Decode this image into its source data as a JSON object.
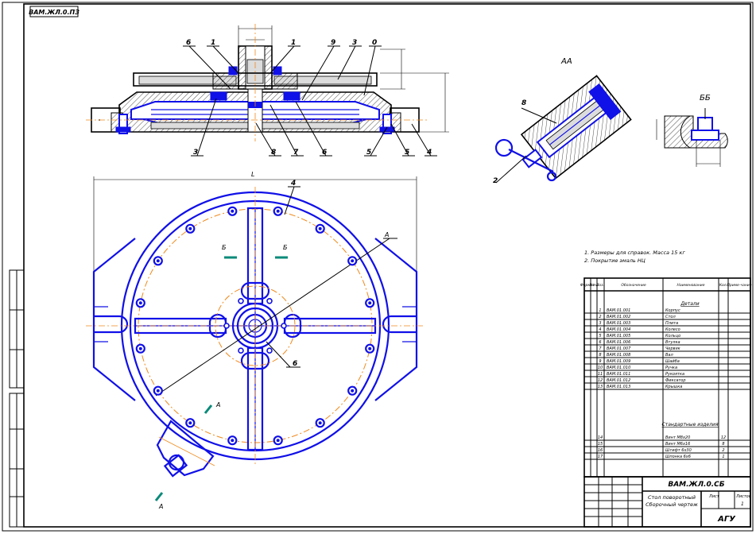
{
  "stamp": {
    "top_left_code": "ВАМ.ЖЛ.0.ПЗ"
  },
  "views": {
    "section_aa_title": "АА",
    "section_bb_title": "ББ",
    "cut_b_left": "Б",
    "cut_b_right": "Б",
    "cut_a_top": "А",
    "cut_a_bottom": "А",
    "leader_a": "А"
  },
  "section_callouts": {
    "top": [
      "6",
      "1",
      "1",
      "9",
      "3",
      "0"
    ],
    "bottom": [
      "3",
      "8",
      "7",
      "6",
      "5",
      "5",
      "4"
    ]
  },
  "plan_callouts": {
    "top": "4",
    "center": "6"
  },
  "aa_callouts": {
    "one": "8",
    "two": "2"
  },
  "notes": {
    "line1": "1. Размеры для справок. Масса 15 кг",
    "line2": "2. Покрытие эмаль НЦ"
  },
  "spec": {
    "headers": [
      "Формат",
      "Зона",
      "Поз.",
      "Обозначение",
      "Наименование",
      "Кол.",
      "Приме-чание"
    ],
    "section_details": "Детали",
    "section_standard": "Стандартные изделия",
    "rows": [
      {
        "pos": "1",
        "designation": "ВАМ.01.001",
        "name": "Корпус"
      },
      {
        "pos": "2",
        "designation": "ВАМ.01.002",
        "name": "Стол"
      },
      {
        "pos": "3",
        "designation": "ВАМ.01.003",
        "name": "Плита"
      },
      {
        "pos": "4",
        "designation": "ВАМ.01.004",
        "name": "Колесо"
      },
      {
        "pos": "5",
        "designation": "ВАМ.01.005",
        "name": "Кольцо"
      },
      {
        "pos": "6",
        "designation": "ВАМ.01.006",
        "name": "Втулка"
      },
      {
        "pos": "7",
        "designation": "ВАМ.01.007",
        "name": "Червяк"
      },
      {
        "pos": "8",
        "designation": "ВАМ.01.008",
        "name": "Вал"
      },
      {
        "pos": "9",
        "designation": "ВАМ.01.009",
        "name": "Шайба"
      },
      {
        "pos": "10",
        "designation": "ВАМ.01.010",
        "name": "Ручка"
      },
      {
        "pos": "11",
        "designation": "ВАМ.01.011",
        "name": "Рукоятка"
      },
      {
        "pos": "12",
        "designation": "ВАМ.01.012",
        "name": "Фиксатор"
      },
      {
        "pos": "13",
        "designation": "ВАМ.01.013",
        "name": "Крышка"
      }
    ],
    "standard_rows": [
      {
        "pos": "14",
        "name": "Винт М8х20",
        "qty": "12"
      },
      {
        "pos": "15",
        "name": "Винт М6х16",
        "qty": "8"
      },
      {
        "pos": "16",
        "name": "Штифт 6х30",
        "qty": "2"
      },
      {
        "pos": "17",
        "name": "Шпонка 6х6",
        "qty": "1"
      }
    ]
  },
  "title_block": {
    "code": "ВАМ.ЖЛ.0.СБ",
    "name_line1": "Стол поворотный",
    "name_line2": "Сборочный чертеж",
    "org": "АГУ",
    "sheet_label": "Лист",
    "sheets_label": "Листов",
    "sheet_count": "1"
  }
}
